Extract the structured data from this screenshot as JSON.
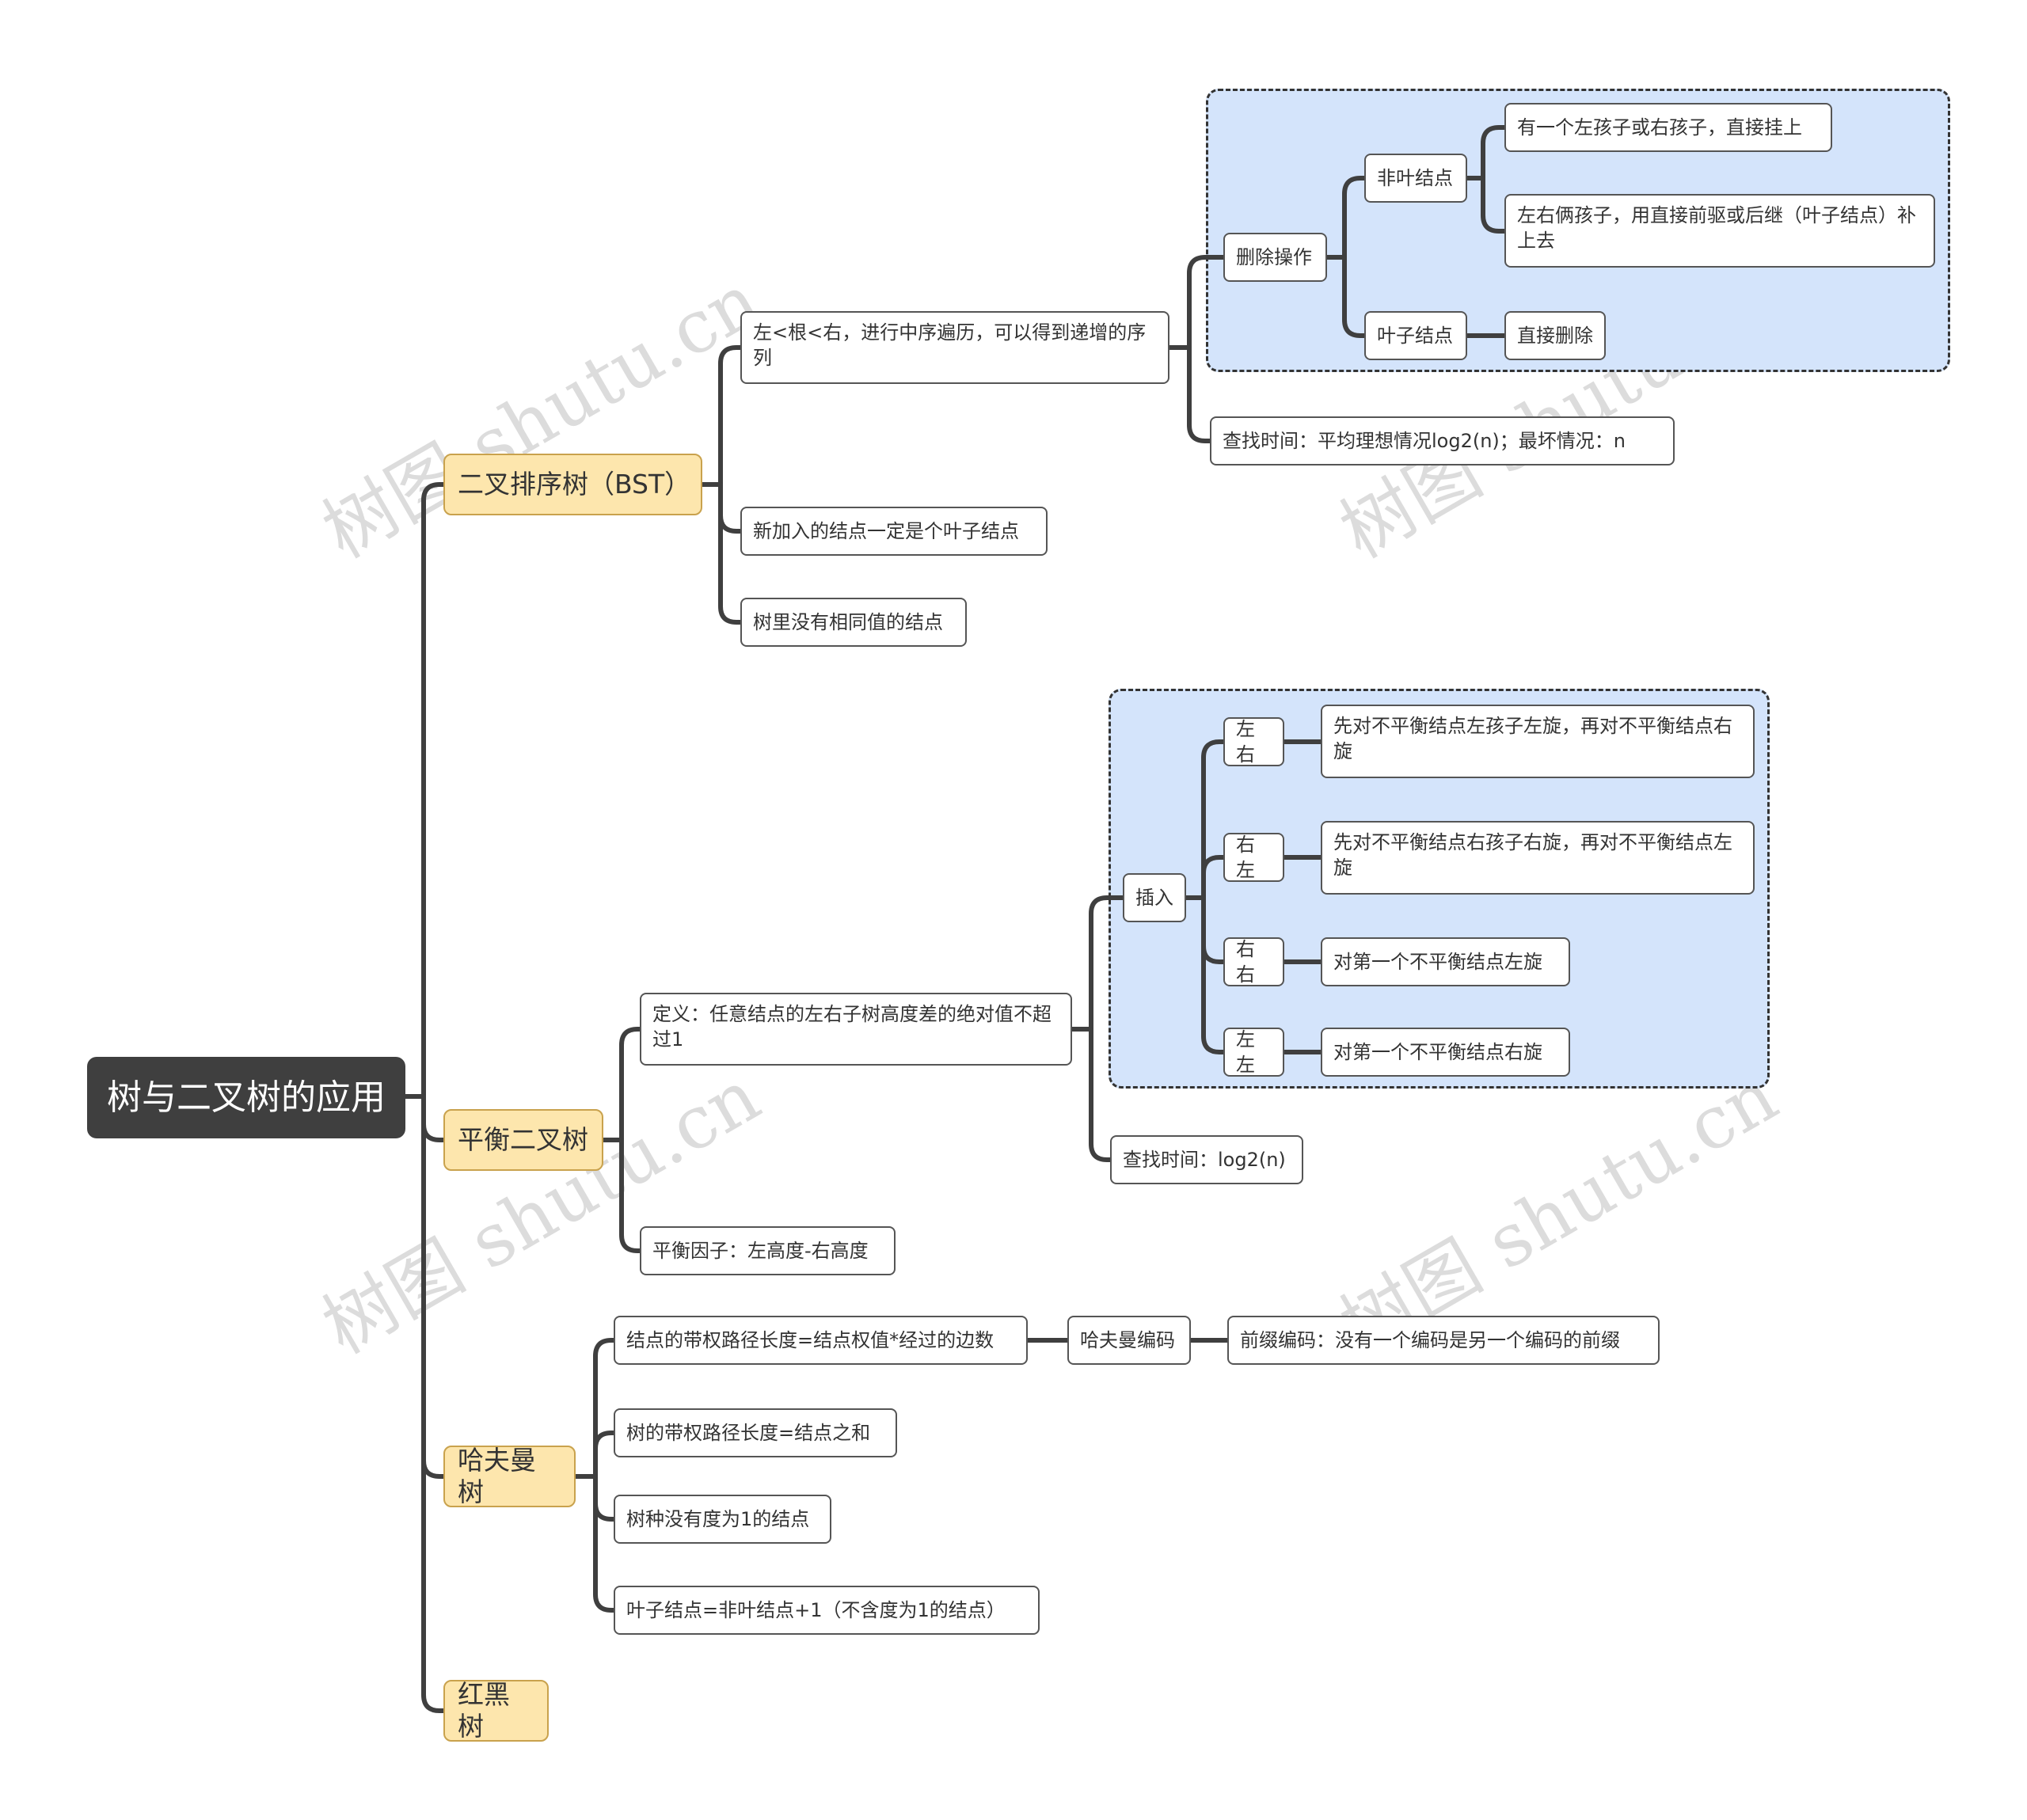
{
  "root": {
    "label": "树与二叉树的应用"
  },
  "bst": {
    "label": "二叉排序树（BST）",
    "inorder": "左<根<右，进行中序遍历，可以得到递增的序列",
    "delete_op": {
      "label": "删除操作",
      "non_leaf": {
        "label": "非叶结点",
        "one_child": "有一个左孩子或右孩子，直接挂上",
        "two_children": "左右俩孩子，用直接前驱或后继（叶子结点）补上去"
      },
      "leaf": {
        "label": "叶子结点",
        "action": "直接删除"
      }
    },
    "search_time": "查找时间：平均理想情况log2(n)；最坏情况：n",
    "new_node": "新加入的结点一定是个叶子结点",
    "no_duplicates": "树里没有相同值的结点"
  },
  "avl": {
    "label": "平衡二叉树",
    "definition": "定义：任意结点的左右子树高度差的绝对值不超过1",
    "insert": {
      "label": "插入",
      "lr": {
        "label": "左右",
        "desc": "先对不平衡结点左孩子左旋，再对不平衡结点右旋"
      },
      "rl": {
        "label": "右左",
        "desc": "先对不平衡结点右孩子右旋，再对不平衡结点左旋"
      },
      "rr": {
        "label": "右右",
        "desc": "对第一个不平衡结点左旋"
      },
      "ll": {
        "label": "左左",
        "desc": "对第一个不平衡结点右旋"
      }
    },
    "search_time": "查找时间：log2(n)",
    "balance_factor": "平衡因子：左高度-右高度"
  },
  "huffman": {
    "label": "哈夫曼树",
    "node_wpl": "结点的带权路径长度=结点权值*经过的边数",
    "coding": {
      "label": "哈夫曼编码",
      "prefix": "前缀编码：没有一个编码是另一个编码的前缀"
    },
    "tree_wpl": "树的带权路径长度=结点之和",
    "no_degree1": "树种没有度为1的结点",
    "leaf_count": "叶子结点=非叶结点+1（不含度为1的结点）"
  },
  "rbt": {
    "label": "红黑树"
  },
  "watermark": "树图 shutu.cn",
  "colors": {
    "root_bg": "#3f3f3f",
    "level1_bg": "#fde6ad",
    "group_bg": "#d4e4fb",
    "connector": "#3f3f3f"
  }
}
